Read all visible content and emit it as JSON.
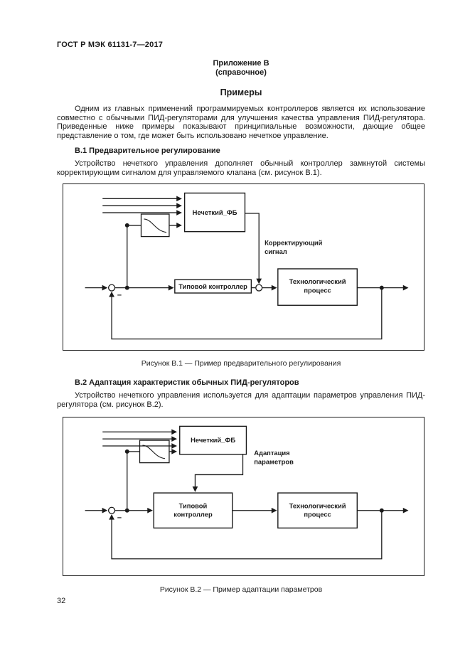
{
  "page": {
    "header": "ГОСТ Р МЭК 61131-7—2017",
    "number": "32"
  },
  "appendix": {
    "label": "Приложение В",
    "kind": "(справочное)",
    "title": "Примеры",
    "intro": "Одним из главных применений программируемых контроллеров является их использование совместно с обычными ПИД-регуляторами для улучшения качества управления ПИД-регулятора. Приведенные ниже примеры показывают принципиальные возможности, дающие общее представление о том, где может быть использовано нечеткое управление."
  },
  "section_b1": {
    "heading": "В.1 Предварительное регулирование",
    "body": "Устройство нечеткого управления дополняет обычный контроллер замкнутой системы корректирующим сигналом для управляемого клапана (см. рисунок В.1).",
    "caption": "Рисунок В.1 — Пример предварительного регулирования",
    "diagram": {
      "fuzzy_block": "Нечеткий_ФБ",
      "controller_block": "Типовой контроллер",
      "process_line1": "Технологический",
      "process_line2": "процесс",
      "signal_line1": "Корректирующий",
      "signal_line2": "сигнал",
      "minus": "−"
    }
  },
  "section_b2": {
    "heading": "В.2 Адаптация характеристик обычных ПИД-регуляторов",
    "body": "Устройство нечеткого управления используется для адаптации параметров управления ПИД-регулятора (см. рисунок В.2).",
    "caption": "Рисунок В.2 — Пример адаптации параметров",
    "diagram": {
      "fuzzy_block": "Нечеткий_ФБ",
      "controller_line1": "Типовой",
      "controller_line2": "контроллер",
      "process_line1": "Технологический",
      "process_line2": "процесс",
      "signal_line1": "Адаптация",
      "signal_line2": "параметров",
      "minus": "−"
    }
  }
}
